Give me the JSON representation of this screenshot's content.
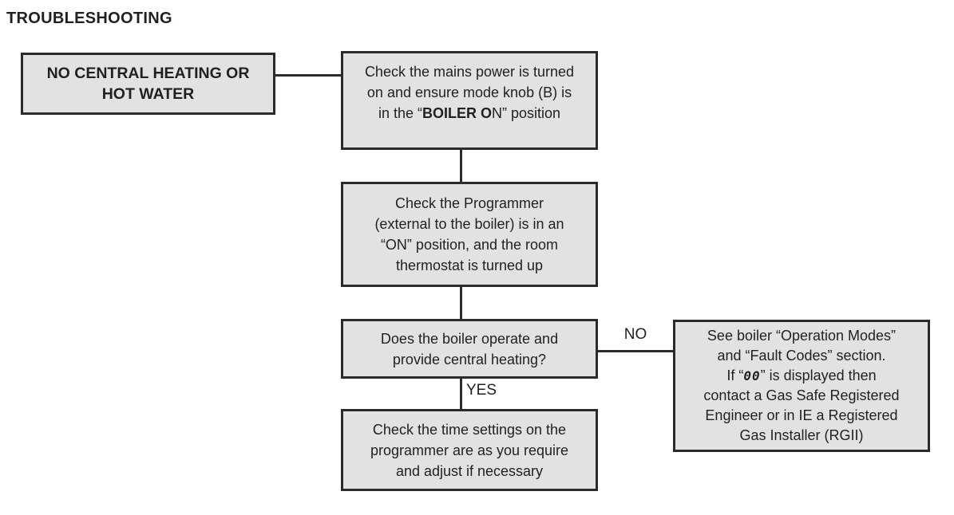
{
  "page": {
    "title": "TROUBLESHOOTING"
  },
  "flow": {
    "start": {
      "text": "NO CENTRAL HEATING OR\nHOT WATER"
    },
    "mains_power": {
      "lines_top": "Check the mains power is turned\non and ensure mode knob (B) is",
      "line_prefix": "in the “",
      "line_bold": "BOILER O",
      "line_suffix": "N” position"
    },
    "programmer": {
      "text": "Check the Programmer\n(external to the boiler) is in an\n“ON” position, and the room\nthermostat is turned up"
    },
    "question": {
      "text": "Does the boiler operate and\nprovide central heating?"
    },
    "no_label": "NO",
    "yes_label": "YES",
    "fault": {
      "lines_top": "See boiler “Operation Modes”\nand “Fault Codes” section.",
      "line_prefix": "If “",
      "line_code": "00",
      "line_suffix": "” is displayed then",
      "lines_bottom": "contact a Gas Safe Registered\nEngineer or in IE a Registered\nGas Installer (RGII)"
    },
    "time_settings": {
      "text": "Check the time settings on the\nprogrammer are as you require\nand adjust if necessary"
    }
  },
  "colors": {
    "box_fill": "#e2e2e2",
    "box_border": "#2b2b2b",
    "text": "#231f20",
    "background": "#ffffff"
  }
}
